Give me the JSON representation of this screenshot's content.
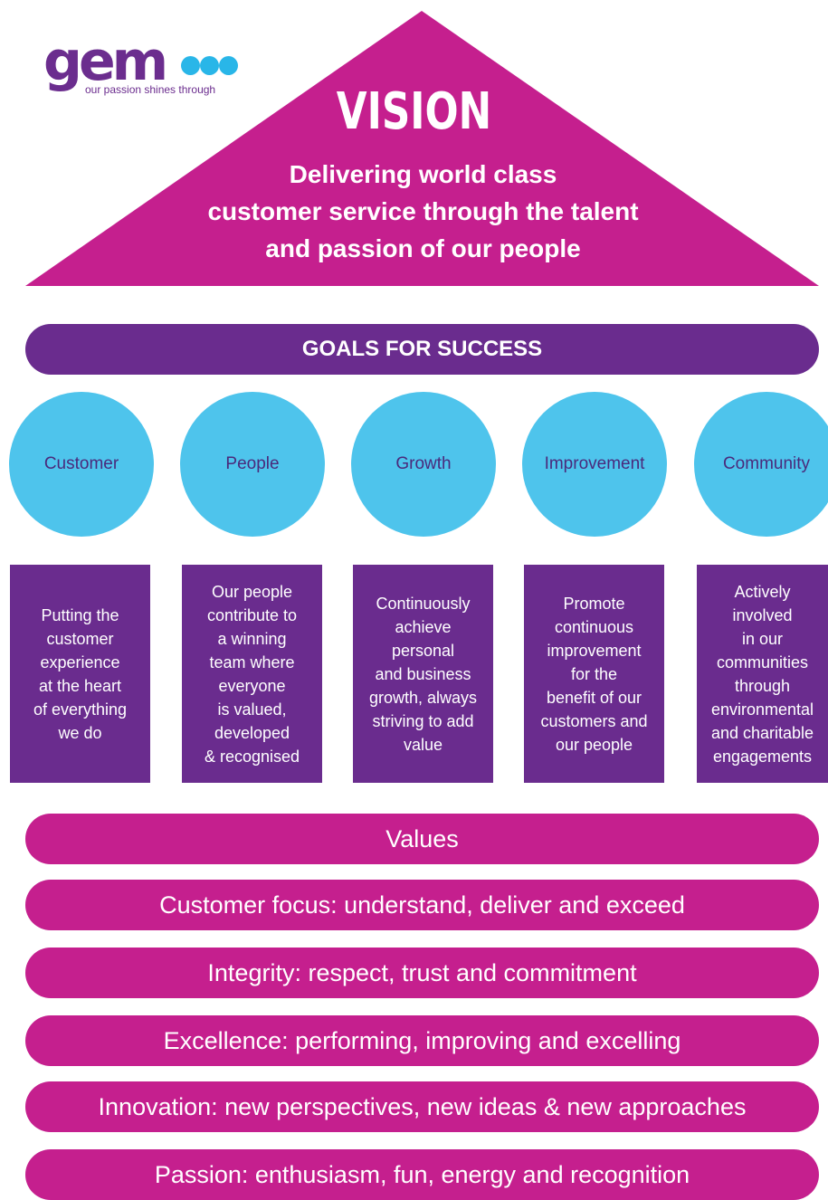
{
  "logo": {
    "wordmark": "gem",
    "tagline": "our passion shines through"
  },
  "vision": {
    "title": "VISION",
    "statement_lines": [
      "Delivering world class",
      "customer service through the talent",
      "and passion of our people"
    ]
  },
  "goals": {
    "heading": "GOALS FOR SUCCESS",
    "items": [
      {
        "name": "Customer",
        "description": "Putting the\ncustomer\nexperience\nat the heart\nof everything\nwe do"
      },
      {
        "name": "People",
        "description": "Our people\ncontribute to\na winning\nteam where\neveryone\nis valued,\ndeveloped\n& recognised"
      },
      {
        "name": "Growth",
        "description": "Continuously\nachieve\npersonal\nand business\ngrowth, always\nstriving to add\nvalue"
      },
      {
        "name": "Improvement",
        "description": "Promote\ncontinuous\nimprovement\nfor the\nbenefit of our\ncustomers and\nour people"
      },
      {
        "name": "Community",
        "description": "Actively\ninvolved\nin our\ncommunities\nthrough\nenvironmental\nand charitable\nengagements"
      }
    ]
  },
  "values": {
    "heading": "Values",
    "items": [
      "Customer focus: understand, deliver and exceed",
      "Integrity: respect, trust and commitment",
      "Excellence: performing, improving and excelling",
      "Innovation: new perspectives, new ideas & new approaches",
      "Passion: enthusiasm, fun, energy and recognition"
    ]
  },
  "colors": {
    "magenta": "#c51f8e",
    "purple": "#6a2c8e",
    "cyan": "#4ec4ec",
    "logo_dot": "#29b6e8"
  }
}
